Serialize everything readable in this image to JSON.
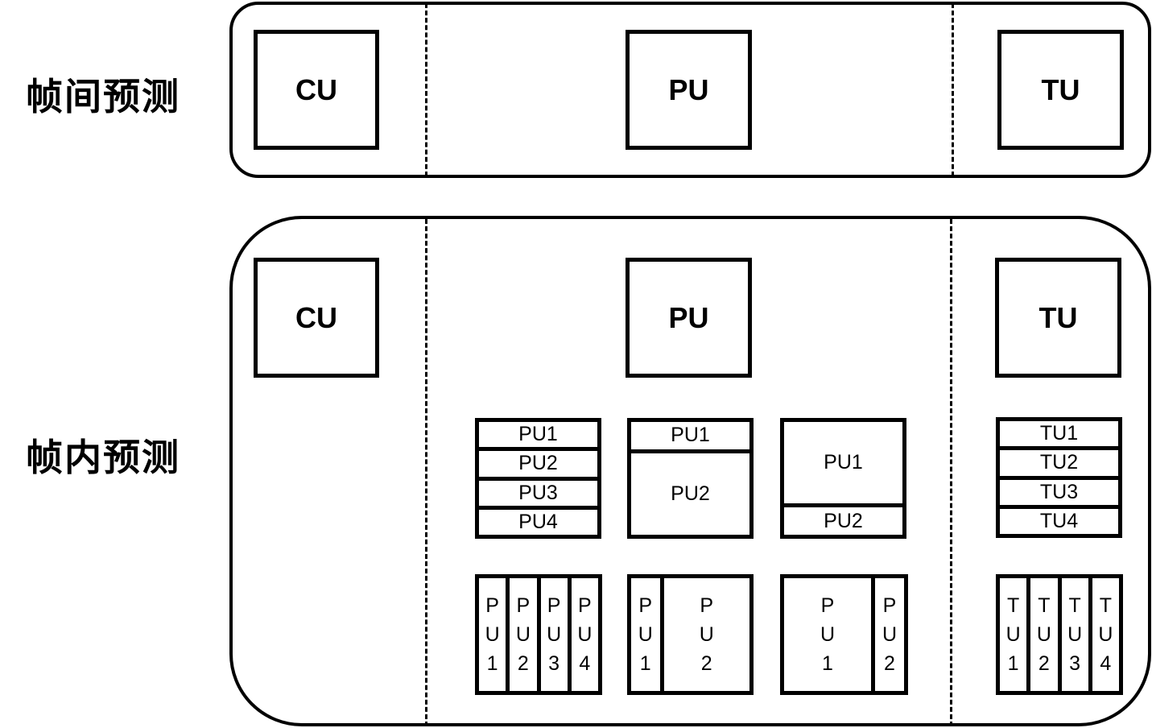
{
  "rows": {
    "inter_label": "帧间预测",
    "intra_label": "帧内预测"
  },
  "units": {
    "cu": "CU",
    "pu": "PU",
    "tu": "TU"
  },
  "pu_partitions": {
    "horizontal_4": [
      "PU1",
      "PU2",
      "PU3",
      "PU4"
    ],
    "horizontal_2_top": [
      "PU1",
      "PU2"
    ],
    "horizontal_2_bottom": [
      "PU1",
      "PU2"
    ],
    "vertical_4": [
      "PU1",
      "PU2",
      "PU3",
      "PU4"
    ],
    "vertical_2_left": [
      "PU1",
      "PU2"
    ],
    "vertical_2_right": [
      "PU1",
      "PU2"
    ]
  },
  "tu_partitions": {
    "horizontal_4": [
      "TU1",
      "TU2",
      "TU3",
      "TU4"
    ],
    "vertical_4": [
      "TU1",
      "TU2",
      "TU3",
      "TU4"
    ]
  }
}
